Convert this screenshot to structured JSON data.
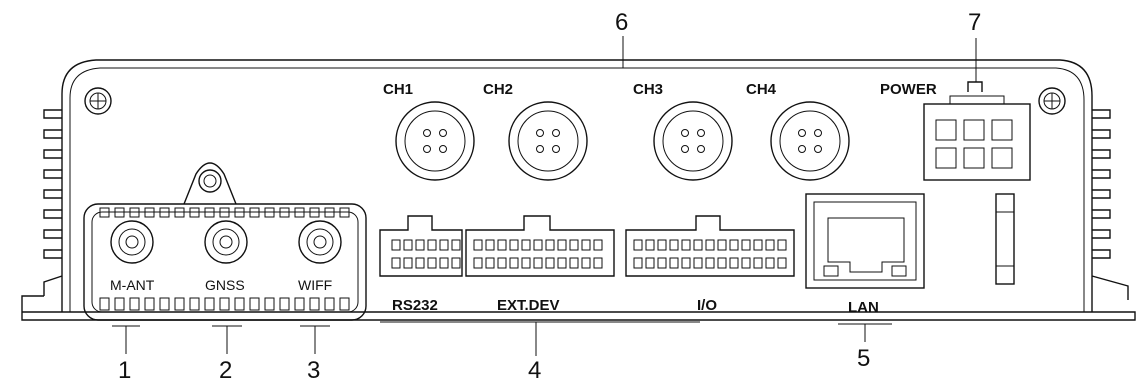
{
  "labels": {
    "ch1": "CH1",
    "ch2": "CH2",
    "ch3": "CH3",
    "ch4": "CH4",
    "power": "POWER",
    "m_ant": "M-ANT",
    "gnss": "GNSS",
    "wifi": "WIFF",
    "rs232": "RS232",
    "ext_dev": "EXT.DEV",
    "io": "I/O",
    "lan": "LAN"
  },
  "callouts": {
    "c1": "1",
    "c2": "2",
    "c3": "3",
    "c4": "4",
    "c5": "5",
    "c6": "6",
    "c7": "7"
  }
}
